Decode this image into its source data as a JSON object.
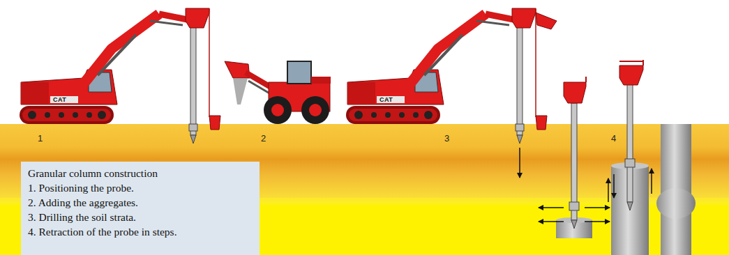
{
  "diagram": {
    "nodes": [
      {
        "text": [
          "Granular column construction",
          "1. Positioning the probe.",
          "2. Adding the aggregates.",
          "3. Drilling the soil strata.",
          "4. Retraction of the probe in steps."
        ]
      }
    ],
    "labels": [
      "1",
      "2",
      "3",
      "4",
      "CAT",
      "CAT"
    ]
  }
}
